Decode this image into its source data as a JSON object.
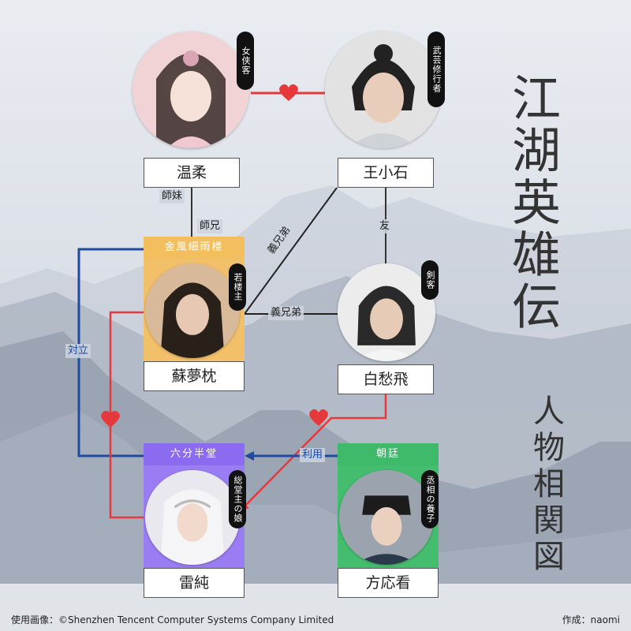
{
  "title": "江湖英雄伝",
  "subtitle": "人物相関図",
  "footer_left": "使用画像：©Shenzhen Tencent Computer Systems Company Limited",
  "footer_right": "作成：naomi",
  "colors": {
    "red": "#e5393b",
    "blue": "#1f4aa0",
    "gold": "#f3bf5e",
    "purple": "#8b6cf0",
    "green": "#3fb96a"
  },
  "characters": {
    "wenrou": {
      "name": "温柔",
      "role": "女侠客"
    },
    "wangxiaoshi": {
      "name": "王小石",
      "role": "武芸修行者"
    },
    "sumengzhen": {
      "name": "蘇夢枕",
      "role": "若楼主"
    },
    "baichoufei": {
      "name": "白愁飛",
      "role": "剣客"
    },
    "leichun": {
      "name": "雷純",
      "role": "総堂主の娘"
    },
    "fangyingkan": {
      "name": "方応看",
      "role": "丞相の養子"
    }
  },
  "factions": {
    "jinfeng": "金風細雨楼",
    "liufen": "六分半堂",
    "chaoting": "朝廷"
  },
  "relations": {
    "shimei": "師妹",
    "shixiong": "師兄",
    "yixiongdi_1": "義兄弟",
    "yixiongdi_2": "義兄弟",
    "you": "友",
    "duili": "対立",
    "liyong": "利用"
  }
}
